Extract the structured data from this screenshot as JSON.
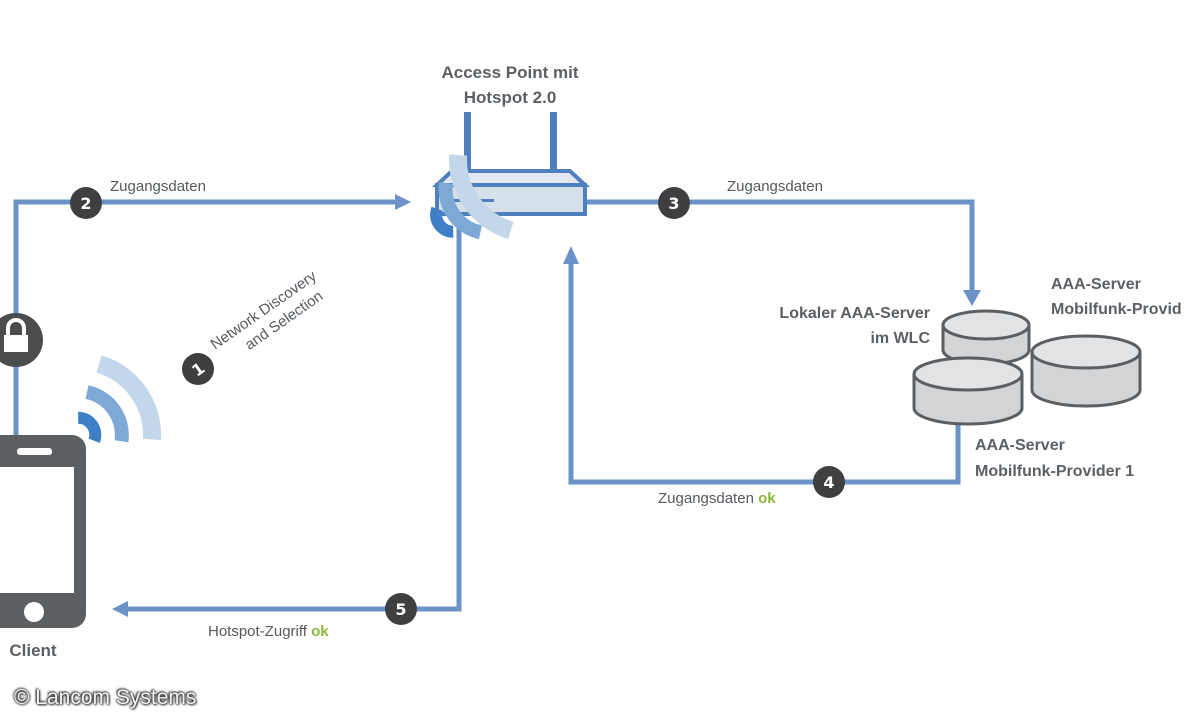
{
  "diagram": {
    "access_point": {
      "label_line1": "Access Point mit",
      "label_line2": "Hotspot 2.0"
    },
    "client": {
      "label": "Client"
    },
    "servers": {
      "local": {
        "label_line1": "Lokaler AAA-Server",
        "label_line2": "im WLC"
      },
      "provider_1": {
        "label_line1": "AAA-Server",
        "label_line2": "Mobilfunk-Provider 1"
      },
      "provider_2": {
        "label_line1": "AAA-Server",
        "label_line2": "Mobilfunk-Provid"
      }
    },
    "steps": [
      {
        "number": "1",
        "label_line1": "Network Discovery",
        "label_line2": "and Selection"
      },
      {
        "number": "2",
        "label": "Zugangsdaten"
      },
      {
        "number": "3",
        "label": "Zugangsdaten"
      },
      {
        "number": "4",
        "label": "Zugangsdaten",
        "status": "ok"
      },
      {
        "number": "5",
        "label": "Hotspot-Zugriff",
        "status": "ok"
      }
    ],
    "icons": [
      "router-icon",
      "smartphone-icon",
      "lock-icon",
      "wifi-signal-icon",
      "database-icon"
    ],
    "colors": {
      "line": "#6b93c8",
      "badge": "#3d3f41",
      "device": "#5c5f62",
      "ok": "#8ab83a",
      "ap_fill": "#d6e0ea"
    }
  },
  "copyright": "© Lancom Systems"
}
